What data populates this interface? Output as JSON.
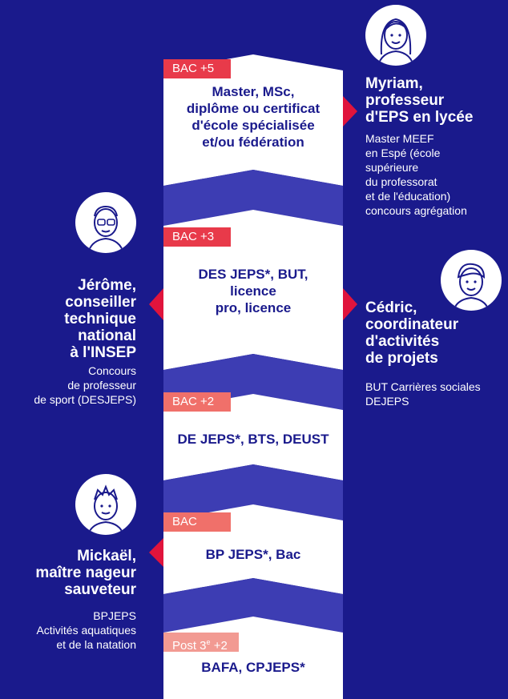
{
  "colors": {
    "background": "#1a1a8c",
    "path_white": "#ffffff",
    "path_shadow": "#3d3db3",
    "arrow_red": "#e0143c",
    "tag_red": "#e83a4a",
    "tag_salmon": "#f0706a",
    "tag_pink": "#f29a92"
  },
  "levels": [
    {
      "tag": "BAC +5",
      "text": "Master, MSc,\ndiplôme ou certificat\nd'école spécialisée\net/ou fédération"
    },
    {
      "tag": "BAC +3",
      "text": "DES JEPS*, BUT,\nlicence\npro, licence"
    },
    {
      "tag": "BAC +2",
      "text": "DE JEPS*, BTS, DEUST"
    },
    {
      "tag": "BAC",
      "text": "BP JEPS*, Bac"
    },
    {
      "tag": "Post 3",
      "tag_sup": "e",
      "tag_suffix": " +2",
      "text": "BAFA, CPJEPS*"
    }
  ],
  "people": [
    {
      "name": "Myriam,\nprofesseur\nd'EPS en lycée",
      "detail": "Master MEEF\nen Espé (école\nsupérieure\ndu professorat\net de l'éducation)\nconcours agrégation",
      "avatar": "woman-avatar-icon"
    },
    {
      "name": "Jérôme,\nconseiller\ntechnique\nnational\nà l'INSEP",
      "detail": "Concours\nde professeur\nde sport (DESJEPS)",
      "avatar": "man-glasses-avatar-icon"
    },
    {
      "name": "Cédric,\ncoordinateur\nd'activités\nde projets",
      "detail": "BUT Carrières sociales\nDEJEPS",
      "avatar": "young-man-avatar-icon"
    },
    {
      "name": "Mickaël,\nmaître nageur\nsauveteur",
      "detail": "BPJEPS\nActivités aquatiques\net de la natation",
      "avatar": "man-avatar-icon"
    }
  ]
}
